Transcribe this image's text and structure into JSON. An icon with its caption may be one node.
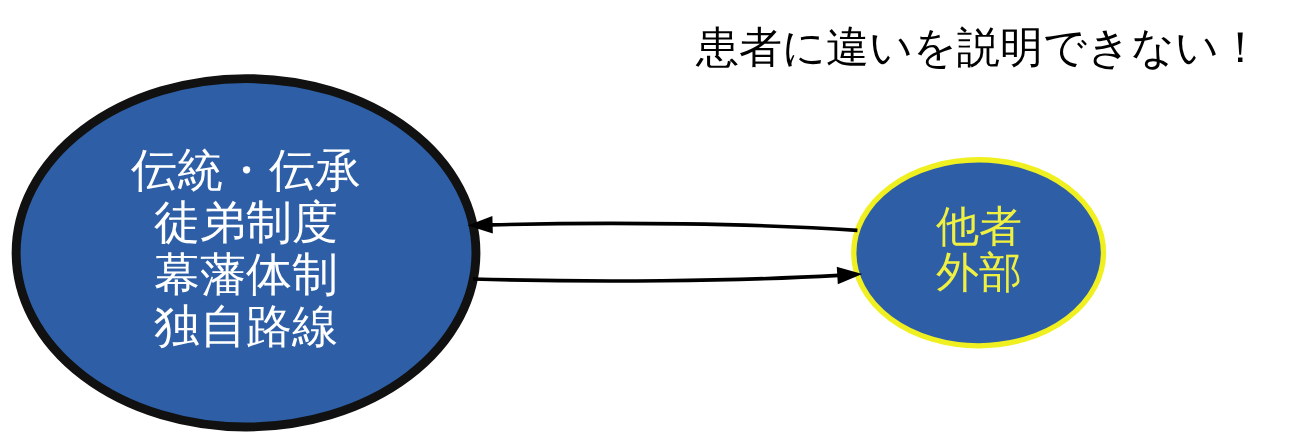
{
  "diagram": {
    "nodes": [
      {
        "text": [
          "伝統・伝承",
          "徒弟制度",
          "幕藩体制",
          "独自路線"
        ]
      },
      {
        "text": [
          "他者",
          "外部"
        ]
      }
    ],
    "edges": [
      {
        "from": 1,
        "to": 0,
        "arrow": "to"
      },
      {
        "from": 0,
        "to": 1,
        "arrow": "to"
      }
    ],
    "labels": [
      "患者に違いを説明できない！"
    ]
  }
}
